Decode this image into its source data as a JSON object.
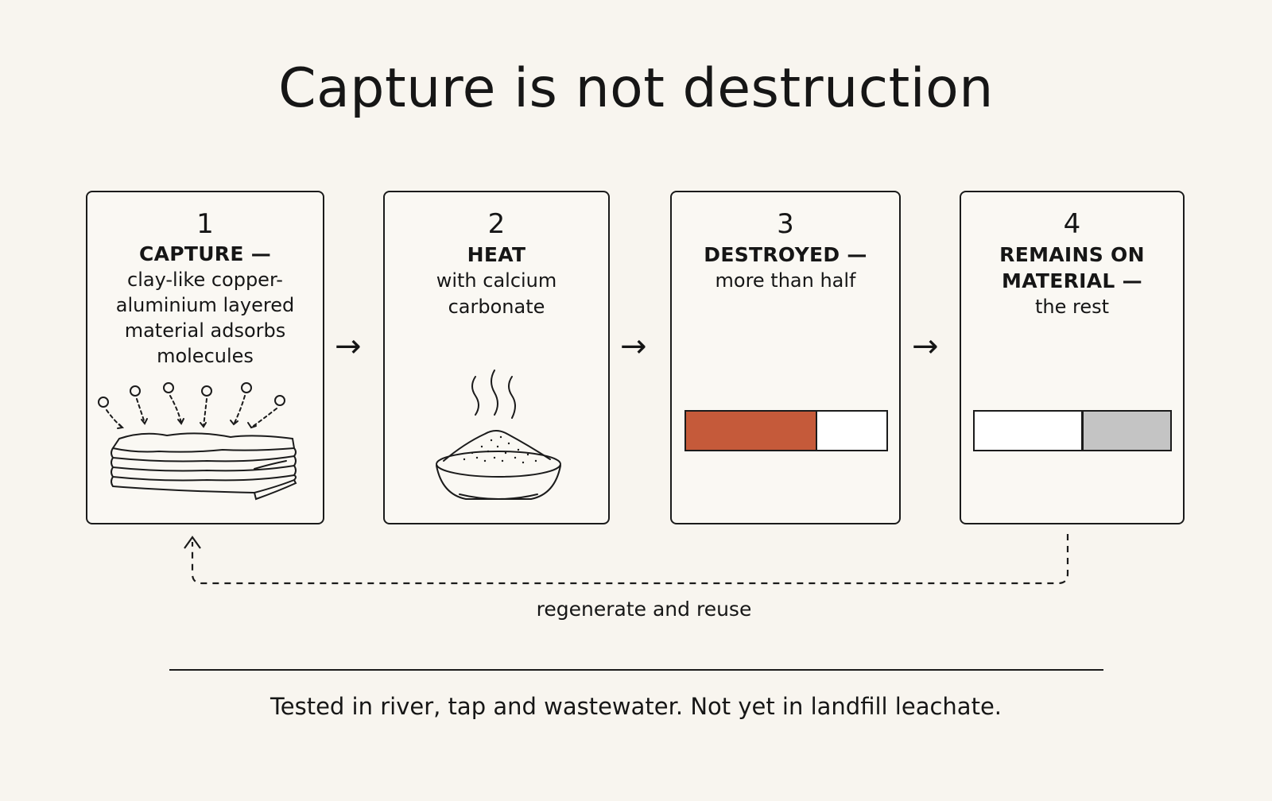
{
  "title": "Capture is not destruction",
  "steps": [
    {
      "number": "1",
      "heading": "CAPTURE —",
      "sub_lines": [
        "clay-like copper-",
        "aluminium layered",
        "material adsorbs",
        "molecules"
      ]
    },
    {
      "number": "2",
      "heading": "HEAT",
      "sub_lines": [
        "with calcium",
        "carbonate"
      ]
    },
    {
      "number": "3",
      "heading": "DESTROYED —",
      "sub_lines": [
        "more than half"
      ]
    },
    {
      "number": "4",
      "heading_lines": [
        "REMAINS ON",
        "MATERIAL —"
      ],
      "sub_lines": [
        "the rest"
      ]
    }
  ],
  "arrows": [
    "→",
    "→",
    "→"
  ],
  "bars": {
    "destroyed": {
      "filled_fraction": 0.65,
      "fill_side": "left",
      "color": "#c55a3a"
    },
    "remaining": {
      "filled_fraction": 0.45,
      "fill_side": "right",
      "color": "#c4c4c4"
    }
  },
  "loop_label": "regenerate and reuse",
  "footnote": "Tested in river, tap and wastewater. Not yet in landfill leachate.",
  "icons": [
    "layered-clay-icon",
    "molecule-icon",
    "steam-icon",
    "powder-bowl-icon"
  ]
}
